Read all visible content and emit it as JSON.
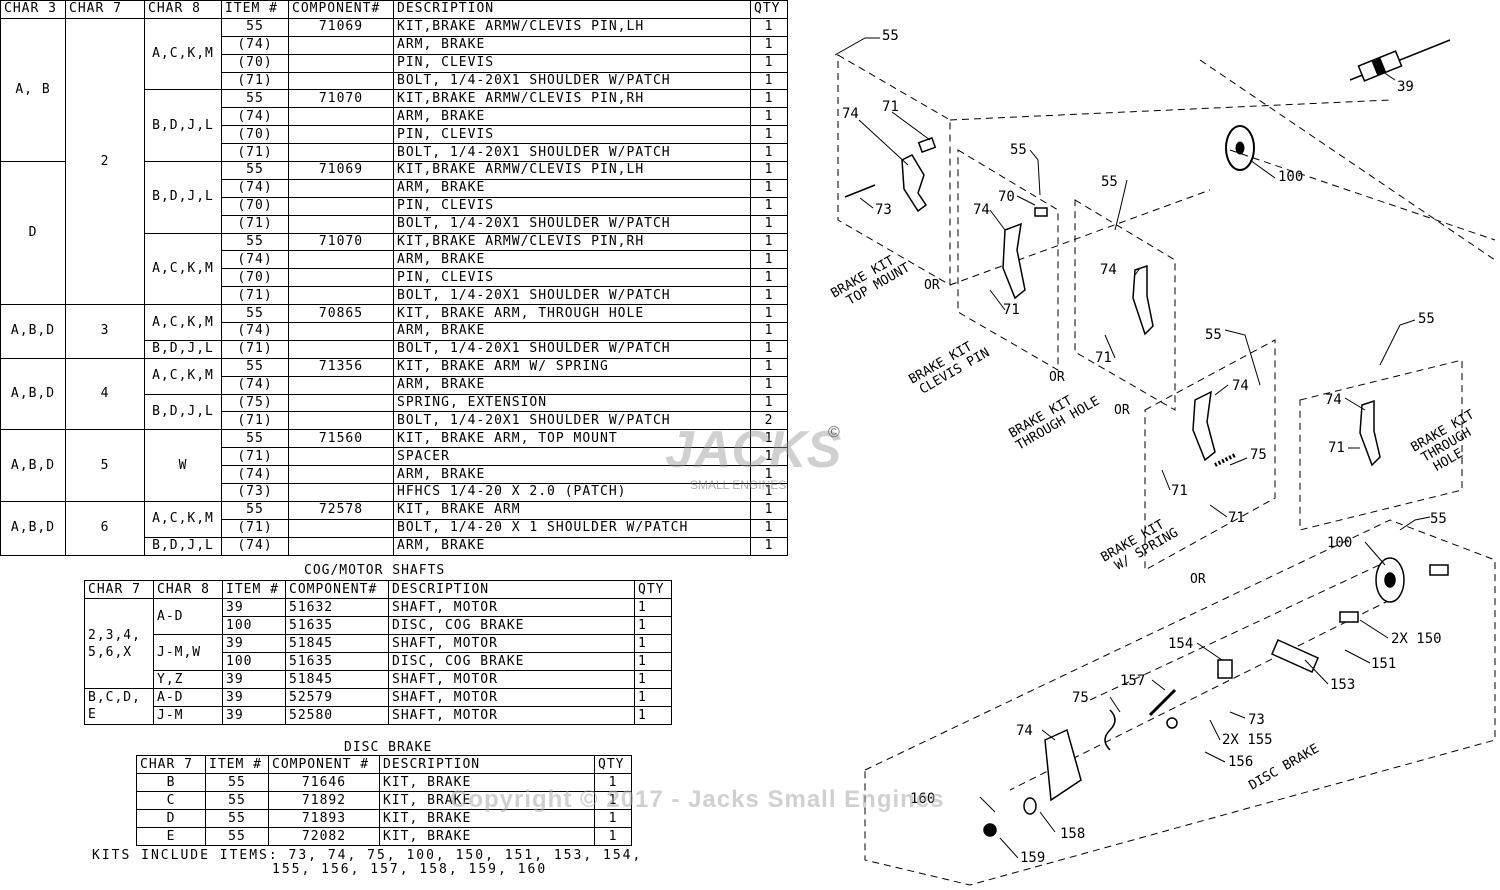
{
  "brake_table": {
    "headers": [
      "CHAR 3",
      "CHAR 7",
      "CHAR 8",
      "ITEM #",
      "COMPONENT#",
      "DESCRIPTION",
      "QTY"
    ],
    "rows": [
      [
        "A, B",
        "2",
        "A,C,K,M",
        "55",
        "71069",
        "KIT,BRAKE ARMW/CLEVIS PIN,LH",
        "1"
      ],
      [
        "",
        "",
        "",
        "(74)",
        "",
        "ARM, BRAKE",
        "1"
      ],
      [
        "",
        "",
        "",
        "(70)",
        "",
        "PIN, CLEVIS",
        "1"
      ],
      [
        "",
        "",
        "",
        "(71)",
        "",
        "BOLT, 1/4-20X1 SHOULDER W/PATCH",
        "1"
      ],
      [
        "",
        "",
        "B,D,J,L",
        "55",
        "71070",
        "KIT,BRAKE ARMW/CLEVIS PIN,RH",
        "1"
      ],
      [
        "",
        "",
        "",
        "(74)",
        "",
        "ARM, BRAKE",
        "1"
      ],
      [
        "",
        "",
        "",
        "(70)",
        "",
        "PIN, CLEVIS",
        "1"
      ],
      [
        "",
        "",
        "",
        "(71)",
        "",
        "BOLT, 1/4-20X1 SHOULDER W/PATCH",
        "1"
      ],
      [
        "D",
        "",
        "B,D,J,L",
        "55",
        "71069",
        "KIT,BRAKE ARMW/CLEVIS PIN,LH",
        "1"
      ],
      [
        "",
        "",
        "",
        "(74)",
        "",
        "ARM, BRAKE",
        "1"
      ],
      [
        "",
        "",
        "",
        "(70)",
        "",
        "PIN, CLEVIS",
        "1"
      ],
      [
        "",
        "",
        "",
        "(71)",
        "",
        "BOLT, 1/4-20X1 SHOULDER W/PATCH",
        "1"
      ],
      [
        "",
        "",
        "A,C,K,M",
        "55",
        "71070",
        "KIT,BRAKE ARMW/CLEVIS PIN,RH",
        "1"
      ],
      [
        "",
        "",
        "",
        "(74)",
        "",
        "ARM, BRAKE",
        "1"
      ],
      [
        "",
        "",
        "",
        "(70)",
        "",
        "PIN, CLEVIS",
        "1"
      ],
      [
        "",
        "",
        "",
        "(71)",
        "",
        "BOLT, 1/4-20X1 SHOULDER W/PATCH",
        "1"
      ],
      [
        "A,B,D",
        "3",
        "A,C,K,M",
        "55",
        "70865",
        "KIT, BRAKE ARM, THROUGH HOLE",
        "1"
      ],
      [
        "",
        "",
        "",
        "(74)",
        "",
        "ARM, BRAKE",
        "1"
      ],
      [
        "",
        "",
        "B,D,J,L",
        "(71)",
        "",
        "BOLT, 1/4-20X1 SHOULDER W/PATCH",
        "1"
      ],
      [
        "A,B,D",
        "4",
        "A,C,K,M",
        "55",
        "71356",
        "KIT, BRAKE ARM W/ SPRING",
        "1"
      ],
      [
        "",
        "",
        "",
        "(74)",
        "",
        "ARM, BRAKE",
        "1"
      ],
      [
        "",
        "",
        "B,D,J,L",
        "(75)",
        "",
        "SPRING, EXTENSION",
        "1"
      ],
      [
        "",
        "",
        "",
        "(71)",
        "",
        "BOLT, 1/4-20X1 SHOULDER W/PATCH",
        "2"
      ],
      [
        "A,B,D",
        "5",
        "W",
        "55",
        "71560",
        "KIT, BRAKE ARM, TOP MOUNT",
        "1"
      ],
      [
        "",
        "",
        "",
        "(71)",
        "",
        "SPACER",
        "1"
      ],
      [
        "",
        "",
        "",
        "(74)",
        "",
        "ARM, BRAKE",
        "1"
      ],
      [
        "",
        "",
        "",
        "(73)",
        "",
        "HFHCS 1/4-20 X 2.0 (PATCH)",
        "1"
      ],
      [
        "A,B,D",
        "6",
        "A,C,K,M",
        "55",
        "72578",
        "KIT, BRAKE ARM",
        "1"
      ],
      [
        "",
        "",
        "",
        "(71)",
        "",
        "BOLT, 1/4-20 X 1 SHOULDER W/PATCH",
        "1"
      ],
      [
        "",
        "",
        "B,D,J,L",
        "(74)",
        "",
        "ARM, BRAKE",
        "1"
      ]
    ]
  },
  "cog_table": {
    "caption": "COG/MOTOR SHAFTS",
    "headers": [
      "CHAR 7",
      "CHAR 8",
      "ITEM #",
      "COMPONENT#",
      "DESCRIPTION",
      "QTY"
    ],
    "group1_char7": "2,3,4, 5,6,X",
    "group2_char7": "B,C,D, E",
    "rows": [
      [
        "",
        "A-D",
        "39",
        "51632",
        "SHAFT, MOTOR",
        "1"
      ],
      [
        "",
        "",
        "100",
        "51635",
        "DISC, COG BRAKE",
        "1"
      ],
      [
        "",
        "J-M,W",
        "39",
        "51845",
        "SHAFT, MOTOR",
        "1"
      ],
      [
        "",
        "",
        "100",
        "51635",
        "DISC, COG BRAKE",
        "1"
      ],
      [
        "",
        "Y,Z",
        "39",
        "51845",
        "SHAFT, MOTOR",
        "1"
      ],
      [
        "",
        "A-D",
        "39",
        "52579",
        "SHAFT, MOTOR",
        "1"
      ],
      [
        "",
        "J-M",
        "39",
        "52580",
        "SHAFT, MOTOR",
        "1"
      ]
    ]
  },
  "disc_table": {
    "caption": "DISC BRAKE",
    "headers": [
      "CHAR 7",
      "ITEM #",
      "COMPONENT #",
      "DESCRIPTION",
      "QTY"
    ],
    "rows": [
      [
        "B",
        "55",
        "71646",
        "KIT, BRAKE",
        "1"
      ],
      [
        "C",
        "55",
        "71892",
        "KIT, BRAKE",
        "1"
      ],
      [
        "D",
        "55",
        "71893",
        "KIT, BRAKE",
        "1"
      ],
      [
        "E",
        "55",
        "72082",
        "KIT, BRAKE",
        "1"
      ]
    ],
    "note_line1": "KITS INCLUDE ITEMS: 73, 74, 75, 100, 150, 151, 153, 154,",
    "note_line2": "155, 156, 157, 158, 159, 160"
  },
  "diagram": {
    "kit_top_mount": [
      "BRAKE KIT",
      "TOP MOUNT"
    ],
    "kit_clevis": [
      "BRAKE KIT",
      "CLEVIS PIN"
    ],
    "kit_through": [
      "BRAKE KIT",
      "THROUGH HOLE"
    ],
    "kit_spring": [
      "BRAKE KIT",
      "W/ SPRING"
    ],
    "kit_through2": [
      "BRAKE KIT",
      "THROUGH",
      "HOLE"
    ],
    "disc_brake": "DISC BRAKE",
    "or": "OR",
    "labels": {
      "l55a": "55",
      "l39": "39",
      "l74a": "74",
      "l71a": "71",
      "l73a": "73",
      "l100a": "100",
      "l55b": "55",
      "l70": "70",
      "l74b": "74",
      "l71b": "71",
      "l55c": "55",
      "l74c": "74",
      "l71c": "71",
      "l55d": "55",
      "l74d": "74",
      "l75a": "75",
      "l71d": "71",
      "l71e": "71",
      "l55e": "55",
      "l74e": "74",
      "l71f": "71",
      "l55f": "55",
      "l100b": "100",
      "l150": "2X 150",
      "l151": "151",
      "l153": "153",
      "l154": "154",
      "l157": "157",
      "l75b": "75",
      "l73b": "73",
      "l155": "2X 155",
      "l156": "156",
      "l74f": "74",
      "l160": "160",
      "l158": "158",
      "l159": "159"
    }
  },
  "watermark": {
    "logo": "JACKS",
    "logo_sub": "SMALL ENGINES",
    "copyright": "Copyright © 2017 - Jacks Small Engines",
    "reg": "©"
  }
}
